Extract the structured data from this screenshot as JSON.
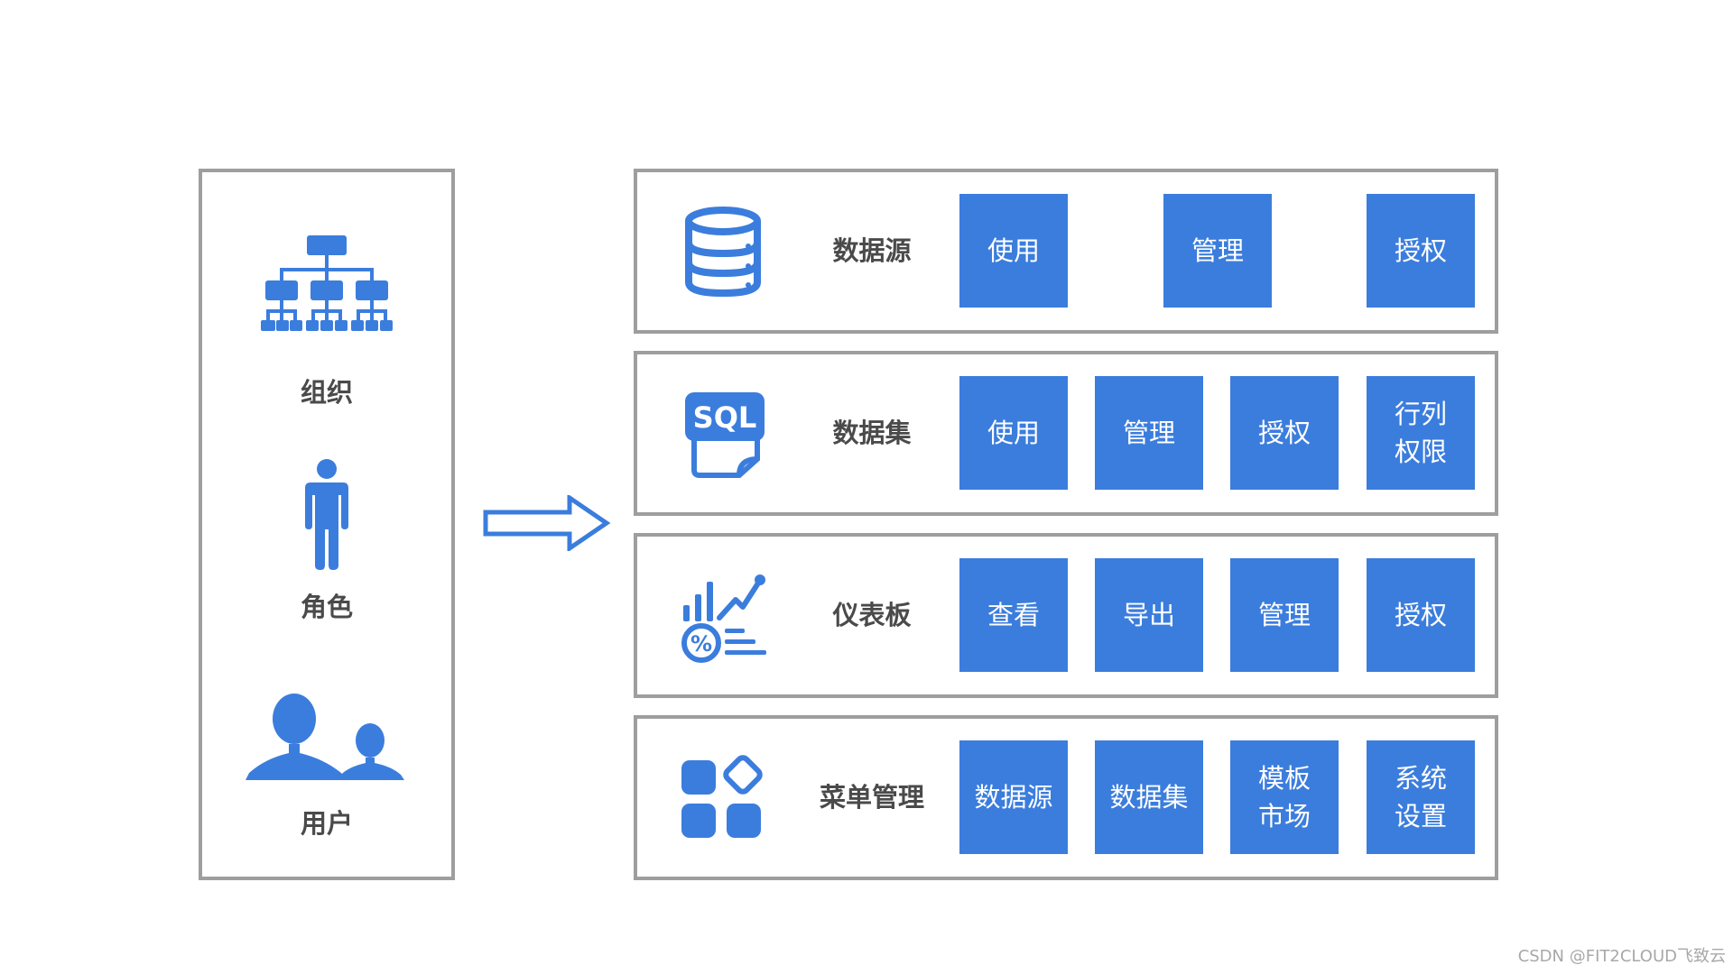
{
  "subjects": [
    {
      "label": "组织",
      "icon": "org-chart-icon"
    },
    {
      "label": "角色",
      "icon": "person-icon"
    },
    {
      "label": "用户",
      "icon": "users-icon"
    }
  ],
  "arrow_icon": "right-arrow-icon",
  "rows": [
    {
      "label": "数据源",
      "icon": "database-icon",
      "buttons": [
        {
          "line1": "使用",
          "line2": ""
        },
        {
          "line1": "管理",
          "line2": ""
        },
        {
          "line1": "授权",
          "line2": ""
        }
      ]
    },
    {
      "label": "数据集",
      "icon": "sql-file-icon",
      "icon_text": "SQL",
      "buttons": [
        {
          "line1": "使用",
          "line2": ""
        },
        {
          "line1": "管理",
          "line2": ""
        },
        {
          "line1": "授权",
          "line2": ""
        },
        {
          "line1": "行列",
          "line2": "权限"
        }
      ]
    },
    {
      "label": "仪表板",
      "icon": "dashboard-chart-icon",
      "icon_text": "%",
      "buttons": [
        {
          "line1": "查看",
          "line2": ""
        },
        {
          "line1": "导出",
          "line2": ""
        },
        {
          "line1": "管理",
          "line2": ""
        },
        {
          "line1": "授权",
          "line2": ""
        }
      ]
    },
    {
      "label": "菜单管理",
      "icon": "menu-apps-icon",
      "buttons": [
        {
          "line1": "数据源",
          "line2": ""
        },
        {
          "line1": "数据集",
          "line2": ""
        },
        {
          "line1": "模板",
          "line2": "市场"
        },
        {
          "line1": "系统",
          "line2": "设置"
        }
      ]
    }
  ],
  "watermark": "CSDN @FIT2CLOUD飞致云",
  "colors": {
    "accent": "#3b7ddd",
    "border": "#9e9e9e",
    "label_text": "#4a4a4a"
  }
}
